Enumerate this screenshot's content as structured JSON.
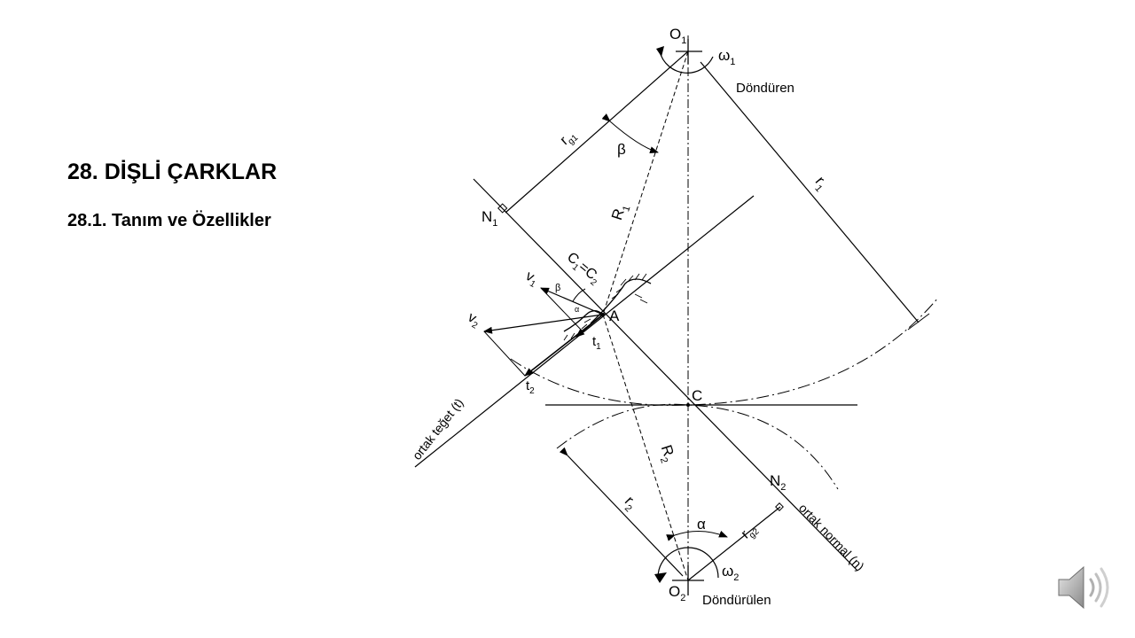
{
  "slide": {
    "title": "28.  DİŞLİ ÇARKLAR",
    "subtitle": "28.1.  Tanım ve Özellikler"
  },
  "diagram": {
    "labels": {
      "O1": "O",
      "O1_sub": "1",
      "omega1": "ω",
      "omega1_sub": "1",
      "driver": "Döndüren",
      "rg1": "r",
      "rg1_sub": "g1",
      "beta": "β",
      "r1": "r",
      "r1_sub": "1",
      "N1": "N",
      "N1_sub": "1",
      "R1": "R",
      "R1_sub": "1",
      "C1C2_a": "C",
      "C1C2_a_sub": "1",
      "C1C2_eq": "=C",
      "C1C2_b_sub": "2",
      "v1": "v",
      "v1_sub": "1",
      "beta_small": "β",
      "alpha_small": "α",
      "A": "A",
      "v2": "v",
      "v2_sub": "2",
      "t1": "t",
      "t1_sub": "1",
      "t2": "t",
      "t2_sub": "2",
      "C": "C",
      "common_tangent": "ortak teğet (t)",
      "R2": "R",
      "R2_sub": "2",
      "N2": "N",
      "N2_sub": "2",
      "r2": "r",
      "r2_sub": "2",
      "alpha": "α",
      "rg2": "r",
      "rg2_sub": "g2",
      "common_normal": "ortak normal (n)",
      "omega2": "ω",
      "omega2_sub": "2",
      "O2": "O",
      "O2_sub": "2",
      "driven": "Döndürülen"
    }
  },
  "icons": {
    "audio": "speaker-icon"
  }
}
